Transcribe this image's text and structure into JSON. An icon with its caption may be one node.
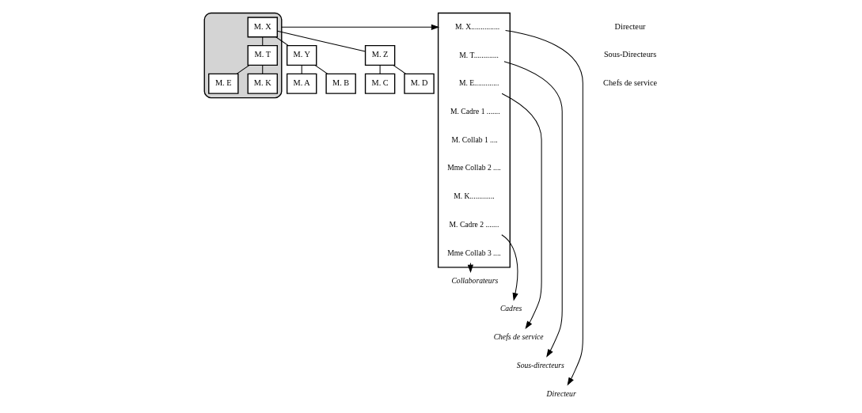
{
  "diagram": {
    "nodes": [
      {
        "text": [],
        "shape": "ellipse"
      },
      {
        "text": [
          "M. X"
        ],
        "in": 0
      },
      {
        "text": [
          "M. Y"
        ]
      },
      {
        "text": [
          "M. Z"
        ]
      },
      {
        "text": [
          "M. T"
        ],
        "in": 0
      },
      {
        "text": [
          "M. A"
        ]
      },
      {
        "text": [
          "M. B"
        ]
      },
      {
        "text": [
          "M. C"
        ]
      },
      {
        "text": [
          "M. D"
        ]
      },
      {
        "text": [
          "M. E"
        ],
        "in": 0
      },
      {
        "text": [
          "M. K"
        ],
        "in": 0
      },
      {
        "text": [],
        "shape": "bracket"
      },
      {
        "text": [
          "M. X..............."
        ],
        "in": 11
      },
      {
        "text": [
          "M. T............."
        ],
        "in": 11
      },
      {
        "text": [
          "M. E............."
        ],
        "in": 11
      },
      {
        "text": [
          "M. Cadre 1 ......."
        ],
        "in": 11
      },
      {
        "text": [
          "M. Collab 1 ...."
        ],
        "in": 11
      },
      {
        "text": [
          "Mme Collab 2 ...."
        ],
        "in": 11
      },
      {
        "text": [
          "M. K............."
        ],
        "in": 11
      },
      {
        "text": [
          "M. Cadre 2 ......."
        ],
        "in": 11
      },
      {
        "text": [
          "Mme Collab 3 ...."
        ],
        "in": 11
      },
      {
        "text": [
          "Collaborateurs"
        ]
      },
      {
        "text": [
          "Cadres"
        ]
      },
      {
        "text": [
          "Chefs de service"
        ]
      },
      {
        "text": [
          "Sous-directeurs"
        ]
      },
      {
        "text": [
          "Directeur"
        ]
      }
    ],
    "edges": [
      {
        "from": 1,
        "to": 2,
        "arrow": "none"
      },
      {
        "from": 1,
        "to": 3,
        "arrow": "none"
      },
      {
        "from": 1,
        "to": 4,
        "arrow": "none"
      },
      {
        "from": 2,
        "to": 5,
        "arrow": "none"
      },
      {
        "from": 2,
        "to": 6,
        "arrow": "none"
      },
      {
        "from": 3,
        "to": 7,
        "arrow": "none"
      },
      {
        "from": 3,
        "to": 8,
        "arrow": "none"
      },
      {
        "from": 4,
        "to": 9,
        "arrow": "none"
      },
      {
        "from": 4,
        "to": 10,
        "arrow": "none"
      },
      {
        "from": 0,
        "to": 11,
        "arrow": "to"
      },
      {
        "from": 20,
        "to": 21,
        "arrow": "to"
      },
      {
        "from": 19,
        "to": 22,
        "arrow": "to"
      },
      {
        "from": 14,
        "to": 23,
        "arrow": "to"
      },
      {
        "from": 13,
        "to": 24,
        "arrow": "to"
      },
      {
        "from": 12,
        "to": 25,
        "arrow": "to"
      }
    ],
    "labels": [
      "Directeur",
      "Sous-Directeurs",
      "Chefs de service"
    ]
  }
}
